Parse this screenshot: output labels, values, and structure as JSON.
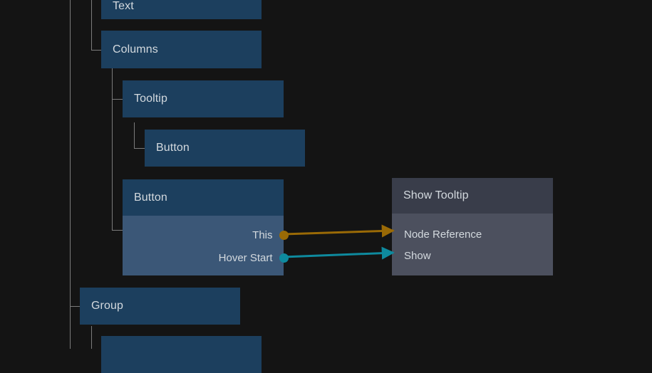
{
  "canvas": {
    "background_color": "#141414",
    "guide_line_color": "#7b7b7b"
  },
  "palette": {
    "widget_header": "#1c3f5e",
    "widget_body": "#3b5777",
    "action_header": "#393d4a",
    "action_body": "#4c505e",
    "text": "#d3d9de",
    "edge_orange": "#9a6a06",
    "edge_teal": "#0e8a9e"
  },
  "nodes": {
    "text": {
      "title": "Text"
    },
    "columns": {
      "title": "Columns"
    },
    "tooltip": {
      "title": "Tooltip"
    },
    "tooltip_button": {
      "title": "Button"
    },
    "button": {
      "title": "Button",
      "outputs": [
        {
          "label": "This",
          "color": "#9a6a06"
        },
        {
          "label": "Hover Start",
          "color": "#0e8a9e"
        }
      ]
    },
    "show_tooltip": {
      "title": "Show Tooltip",
      "inputs": [
        {
          "label": "Node Reference",
          "color": "#9a6a06"
        },
        {
          "label": "Show",
          "color": "#0e8a9e"
        }
      ]
    },
    "group": {
      "title": "Group"
    },
    "group_child": {
      "title": ""
    }
  },
  "edges": [
    {
      "name": "this-to-node-reference",
      "color": "#9a6a06",
      "from": "button.This",
      "to": "show_tooltip.Node Reference"
    },
    {
      "name": "hover-start-to-show",
      "color": "#0e8a9e",
      "from": "button.Hover Start",
      "to": "show_tooltip.Show"
    }
  ]
}
